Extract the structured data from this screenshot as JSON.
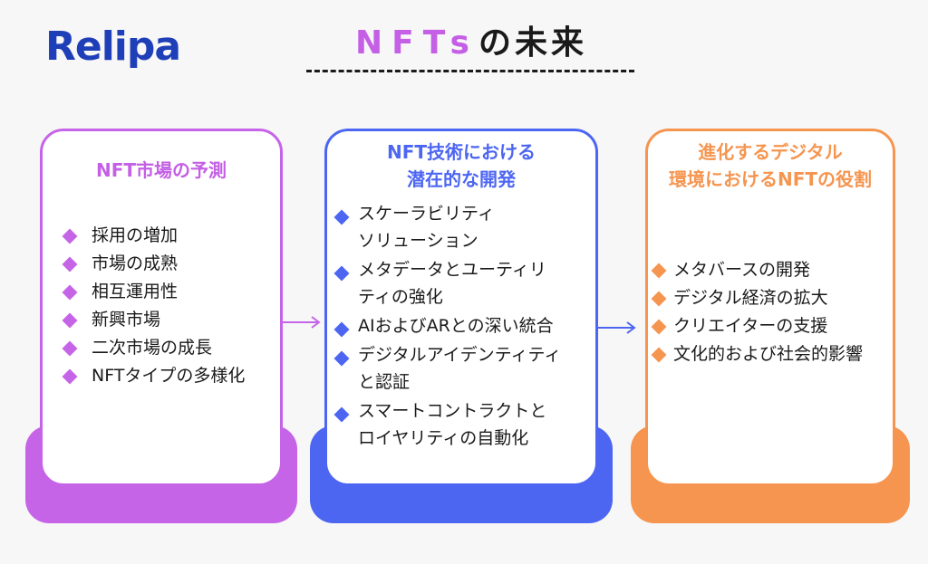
{
  "logo": "Relipa",
  "title": {
    "part1": "NFTs",
    "part2": "の未来"
  },
  "cards": [
    {
      "title_lines": [
        "NFT市場の予測"
      ],
      "items": [
        "採用の増加",
        "市場の成熟",
        "相互運用性",
        "新興市場",
        "二次市場の成長",
        "NFTタイプの多様化"
      ]
    },
    {
      "title_lines": [
        "NFT技術における",
        "潜在的な開発"
      ],
      "items": [
        [
          "スケーラビリティ",
          "ソリューション"
        ],
        [
          "メタデータとユーティリ",
          "ティの強化"
        ],
        [
          "AIおよびARとの深い統合"
        ],
        [
          "デジタルアイデンティティ",
          "と認証"
        ],
        [
          "スマートコントラクトと",
          "ロイヤリティの自動化"
        ]
      ]
    },
    {
      "title_lines": [
        "進化するデジタル",
        "環境におけるNFTの役割"
      ],
      "items": [
        "メタバースの開発",
        "デジタル経済の拡大",
        "クリエイターの支援",
        "文化的および社会的影響"
      ]
    }
  ],
  "colors": {
    "purple": "#c664e8",
    "blue": "#4d66f2",
    "orange": "#f5954f",
    "logo": "#1f3fb8"
  }
}
